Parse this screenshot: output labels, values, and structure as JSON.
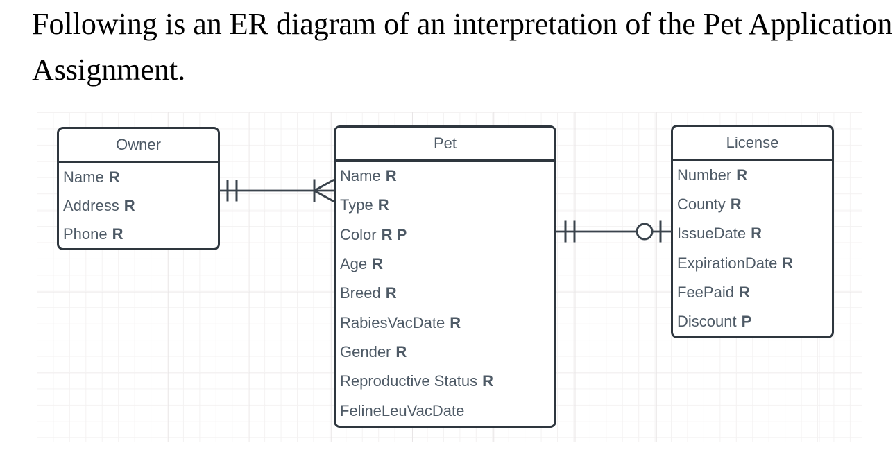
{
  "heading": {
    "line1": "Following is an ER diagram of an interpretation of the Pet Application",
    "line2": "Assignment."
  },
  "diagram": {
    "entities": [
      {
        "id": "owner",
        "title": "Owner",
        "rows": [
          {
            "name": "Name",
            "flags": "R"
          },
          {
            "name": "Address",
            "flags": "R"
          },
          {
            "name": "Phone",
            "flags": "R"
          }
        ]
      },
      {
        "id": "pet",
        "title": "Pet",
        "rows": [
          {
            "name": "Name",
            "flags": "R"
          },
          {
            "name": "Type",
            "flags": "R"
          },
          {
            "name": "Color",
            "flags": "R P"
          },
          {
            "name": "Age",
            "flags": "R"
          },
          {
            "name": "Breed",
            "flags": "R"
          },
          {
            "name": "RabiesVacDate",
            "flags": "R"
          },
          {
            "name": "Gender",
            "flags": "R"
          },
          {
            "name": "Reproductive Status",
            "flags": "R"
          },
          {
            "name": "FelineLeuVacDate",
            "flags": ""
          }
        ]
      },
      {
        "id": "license",
        "title": "License",
        "rows": [
          {
            "name": "Number",
            "flags": "R"
          },
          {
            "name": "County",
            "flags": "R"
          },
          {
            "name": "IssueDate",
            "flags": "R"
          },
          {
            "name": "ExpirationDate",
            "flags": "R"
          },
          {
            "name": "FeePaid",
            "flags": "R"
          },
          {
            "name": "Discount",
            "flags": "P"
          }
        ]
      }
    ],
    "connectors": [
      {
        "from": "Owner",
        "to": "Pet",
        "from_cardinality": "one-and-only-one",
        "to_cardinality": "one-or-many"
      },
      {
        "from": "Pet",
        "to": "License",
        "from_cardinality": "one-and-only-one",
        "to_cardinality": "zero-or-one"
      }
    ],
    "colors": {
      "box_stroke": "#2e363e",
      "connector_stroke": "#3a434c",
      "text": "#4e5a66",
      "grid_minor": "#f4f2f2",
      "grid_major": "#e8e5e6",
      "background": "#ffffff"
    }
  }
}
